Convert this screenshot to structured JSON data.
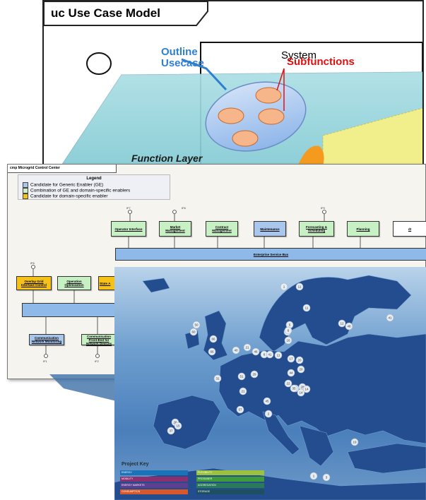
{
  "use_case": {
    "frame_title": "uc Use Case Model",
    "outline_label": "Outline\nUsecase",
    "system_label": "System",
    "subfunctions_label": "Subfunctions",
    "function_layer_label": "Function Layer"
  },
  "component_diagram": {
    "title": "cmp Microgrid Control Center",
    "legend": {
      "title": "Legend",
      "items": [
        {
          "label": "Candidate for Generic Enabler (GE)",
          "color": "#a9c7ec"
        },
        {
          "label": "Combination of GE and domain-specific enablers",
          "color": "#c7f0c4"
        },
        {
          "label": "Candidate for domain-specific enabler",
          "color": "#f7c218"
        }
      ]
    },
    "top_components": [
      {
        "label": "Operator Interface",
        "kind": "combo",
        "interface": "IF7"
      },
      {
        "label": "Market Management",
        "kind": "combo",
        "interface": "IF8"
      },
      {
        "label": "Contract Management",
        "kind": "combo",
        "interface": ""
      },
      {
        "label": "Maintenance",
        "kind": "ge",
        "interface": ""
      },
      {
        "label": "Forecasting & Scheduling",
        "kind": "combo",
        "interface": "IF9"
      },
      {
        "label": "Planning",
        "kind": "combo",
        "interface": ""
      },
      {
        "label": "dt",
        "kind": "plain",
        "interface": ""
      }
    ],
    "enterprise_bus": "Enterprise Service Bus",
    "middle_components": [
      {
        "label": "Overlay Grid Interface Control",
        "kind": "dom",
        "interface": "IF6"
      },
      {
        "label": "Operation Optimization",
        "kind": "combo",
        "interface": ""
      },
      {
        "label": "State A",
        "kind": "dom",
        "interface": ""
      }
    ],
    "bottom_components": [
      {
        "label": "Communication Network Monitoring",
        "kind": "ge",
        "interface": "IF1"
      },
      {
        "label": "Communication Front-End for Network Devices",
        "kind": "combo",
        "interface": "IF2"
      }
    ]
  },
  "map": {
    "project_key_title": "Project Key",
    "markers": [
      "1",
      "11",
      "11",
      "4",
      "12",
      "41",
      "48",
      "50",
      "60",
      "66",
      "66",
      "40",
      "21",
      "46",
      "6",
      "5",
      "6",
      "41",
      "16",
      "11",
      "17",
      "20",
      "20",
      "44",
      "29",
      "51",
      "31",
      "21",
      "28",
      "12",
      "14",
      "14",
      "35",
      "22",
      "26",
      "15",
      "37",
      "45",
      "57",
      "2",
      "19",
      "1",
      "3"
    ],
    "key_items": [
      {
        "label": "ENERGY",
        "color": "#1a73b8"
      },
      {
        "label": "MOBILITY",
        "color": "#8a2f70"
      },
      {
        "label": "ENERGY MARKETS",
        "color": "#5c3f8f"
      },
      {
        "label": "CONSUMPTION",
        "color": "#d8582a"
      },
      {
        "label": "FLEXIBILITY",
        "color": "#9ac23c"
      },
      {
        "label": "PROSUMER",
        "color": "#3e9a3c"
      },
      {
        "label": "AGGREGATION",
        "color": "#2a7a5a"
      },
      {
        "label": "STORAGE",
        "color": "#1d4f60"
      }
    ]
  }
}
